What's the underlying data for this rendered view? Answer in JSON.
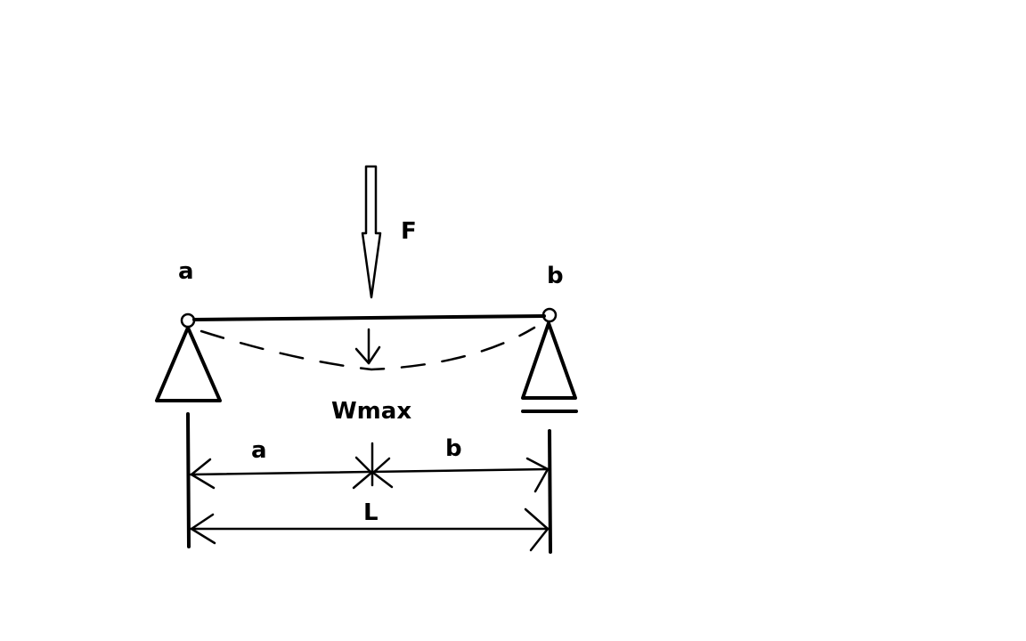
{
  "diagram": {
    "labels": {
      "force": "F",
      "support_left": "a",
      "support_right": "b",
      "deflection": "Wmax",
      "span_a": "a",
      "span_b": "b",
      "span_total": "L"
    },
    "colors": {
      "ink": "#000000",
      "background": "#ffffff"
    }
  }
}
